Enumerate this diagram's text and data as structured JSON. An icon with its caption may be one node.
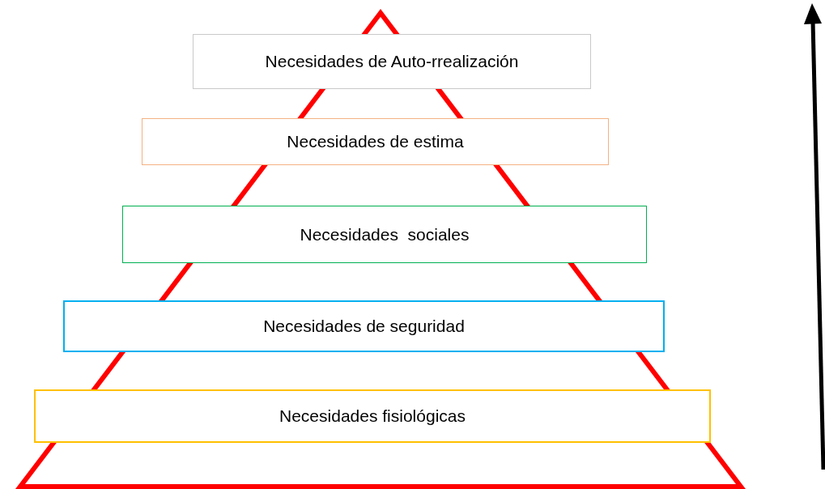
{
  "diagram": {
    "nodes": [
      {
        "text": [
          "Necesidades de Auto-rrealización"
        ]
      },
      {
        "text": [
          "Necesidades de estima"
        ]
      },
      {
        "text": [
          "Necesidades  sociales"
        ]
      },
      {
        "text": [
          "Necesidades de seguridad"
        ]
      },
      {
        "text": [
          "Necesidades fisiológicas"
        ]
      }
    ]
  }
}
